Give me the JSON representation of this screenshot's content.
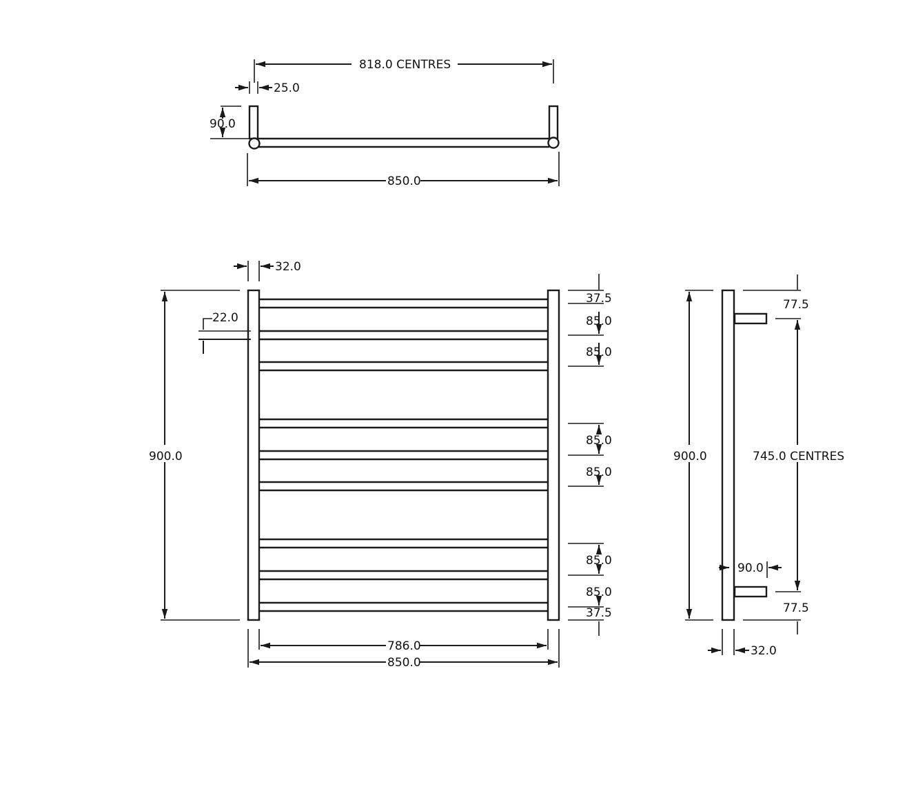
{
  "top_view": {
    "centres_label": "818.0 CENTRES",
    "post_diameter_label": "25.0",
    "projection_label": "90.0",
    "overall_width_label": "850.0"
  },
  "front_view": {
    "upright_width_label": "32.0",
    "rail_diameter_label": "22.0",
    "overall_height_label": "900.0",
    "inner_width_label": "786.0",
    "overall_width_label": "850.0",
    "rail_spacing_labels": [
      "37.5",
      "85.0",
      "85.0",
      "85.0",
      "85.0",
      "85.0",
      "85.0",
      "37.5"
    ],
    "rail_count": 9
  },
  "side_view": {
    "overall_height_label": "900.0",
    "bracket_centres_label": "745.0 CENTRES",
    "top_offset_label": "77.5",
    "bottom_offset_label": "77.5",
    "projection_label": "90.0",
    "upright_depth_label": "32.0"
  },
  "colors": {
    "line": "#1a1a1a",
    "background": "#ffffff"
  }
}
